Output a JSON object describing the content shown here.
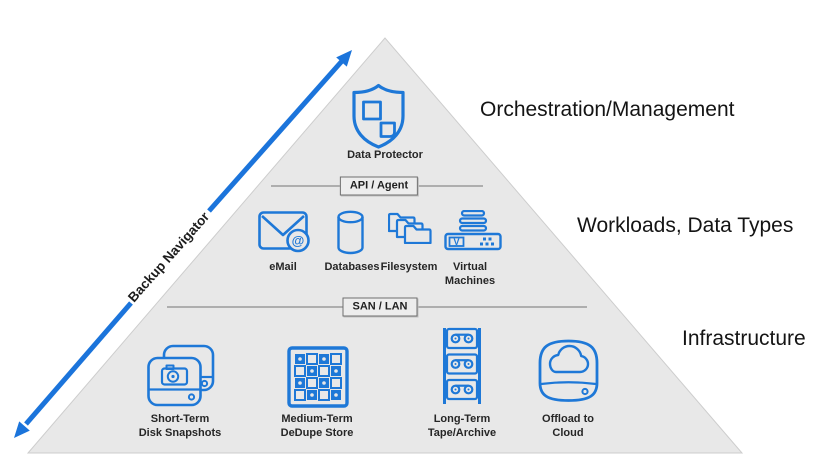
{
  "arrow": {
    "label": "Backup Navigator"
  },
  "apex_item": {
    "label": "Data Protector"
  },
  "connectors": {
    "api_agent": "API / Agent",
    "san_lan": "SAN / LAN"
  },
  "section_labels": {
    "orchestration": "Orchestration/Management",
    "workloads": "Workloads, Data Types",
    "infrastructure": "Infrastructure"
  },
  "workload_items": [
    {
      "line1": "eMail",
      "line2": ""
    },
    {
      "line1": "Databases",
      "line2": ""
    },
    {
      "line1": "Filesystem",
      "line2": ""
    },
    {
      "line1": "Virtual",
      "line2": "Machines"
    }
  ],
  "infrastructure_items": [
    {
      "line1": "Short-Term",
      "line2": "Disk Snapshots"
    },
    {
      "line1": "Medium-Term",
      "line2": "DeDupe Store"
    },
    {
      "line1": "Long-Term",
      "line2": "Tape/Archive"
    },
    {
      "line1": "Offload to",
      "line2": "Cloud"
    }
  ],
  "icons": {
    "email_at": "@",
    "vm_letter": "V"
  },
  "colors": {
    "accent_blue": "#1E78D7",
    "arrow_blue": "#1B74DB",
    "pyramid_fill": "#E8E8E8",
    "divider_gray": "#8A8A8A",
    "text_dark": "#262626"
  }
}
